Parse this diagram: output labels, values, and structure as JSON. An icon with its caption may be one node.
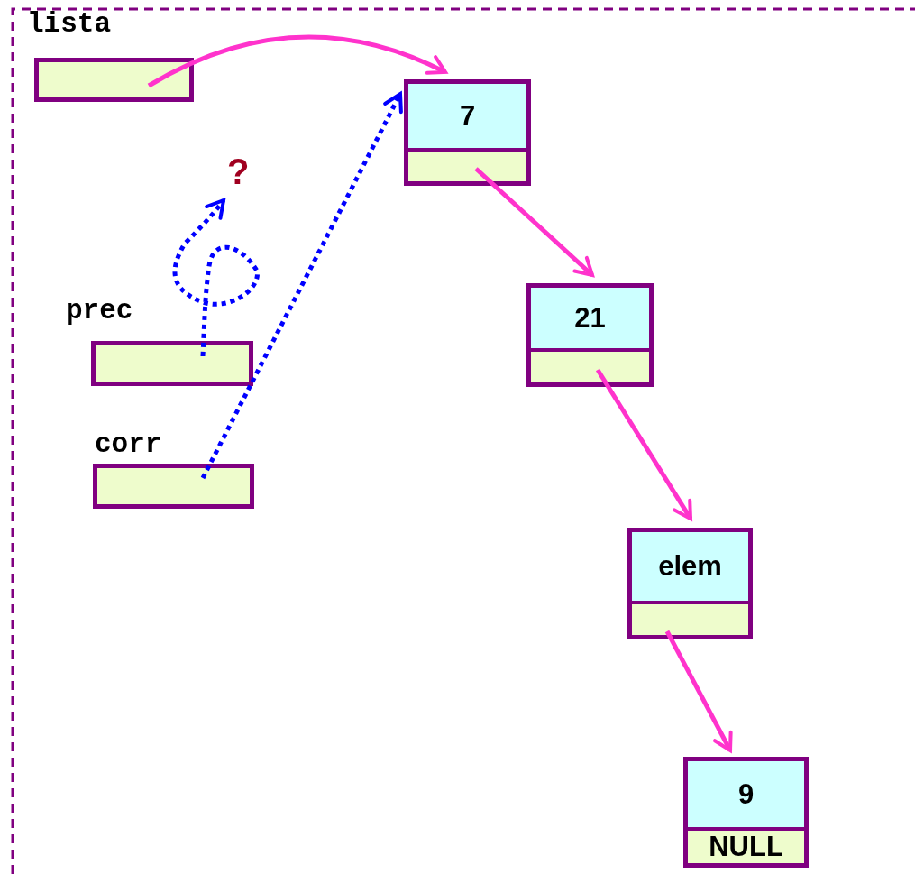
{
  "diagram": {
    "nodes": [
      {
        "text": [
          "lista"
        ]
      },
      {
        "text": [
          "7"
        ]
      },
      {
        "text": [
          "?"
        ]
      },
      {
        "text": [
          "prec"
        ]
      },
      {
        "text": [
          "21"
        ]
      },
      {
        "text": [
          "corr"
        ]
      },
      {
        "text": [
          "elem"
        ]
      },
      {
        "text": [
          "9",
          "NULL"
        ]
      }
    ],
    "edges": [
      {
        "from": 0,
        "to": 1,
        "arrow": "to"
      },
      {
        "from": 1,
        "to": 4,
        "arrow": "to"
      },
      {
        "from": 4,
        "to": 6,
        "arrow": "to"
      },
      {
        "from": 6,
        "to": 7,
        "arrow": "to"
      },
      {
        "from": 5,
        "to": 1,
        "arrow": "to",
        "style": "dashed",
        "color": "#0000ff"
      },
      {
        "from": 3,
        "to": 2,
        "arrow": "to",
        "style": "dashed",
        "color": "#0000ff"
      }
    ]
  }
}
